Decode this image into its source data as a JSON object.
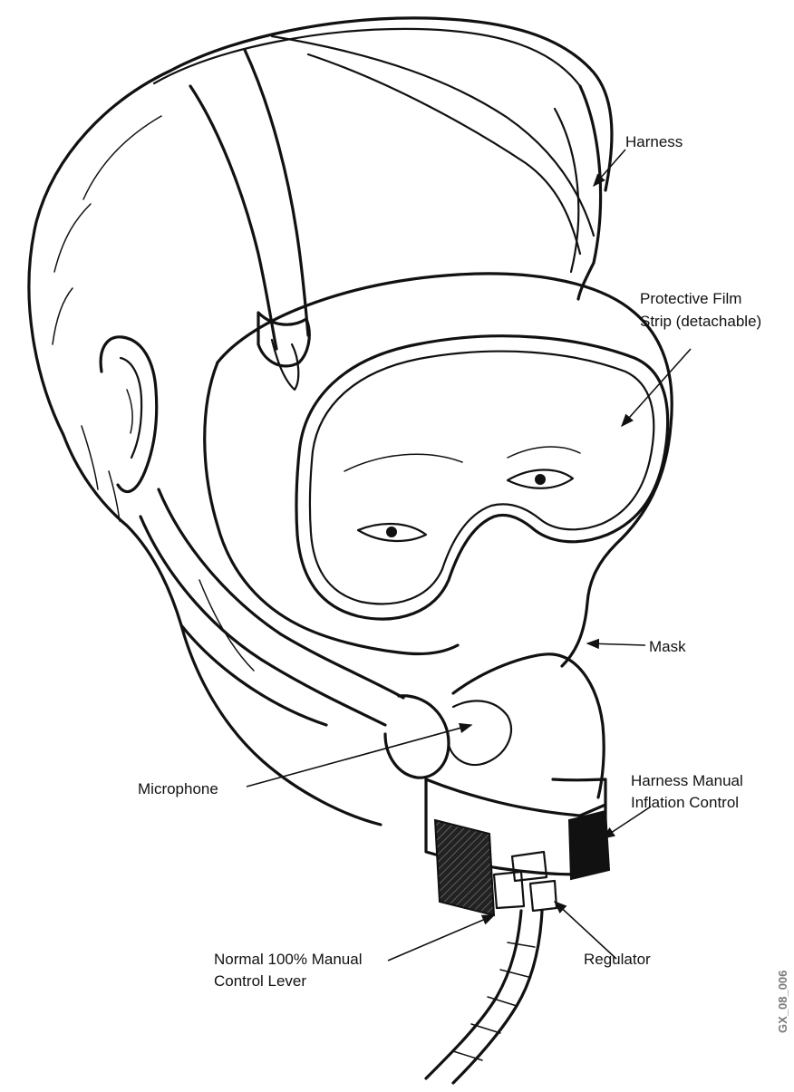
{
  "diagram": {
    "labels": {
      "harness": "Harness",
      "film_line1": "Protective Film",
      "film_line2": "Strip (detachable)",
      "mask": "Mask",
      "microphone": "Microphone",
      "inflation_line1": "Harness Manual",
      "inflation_line2": "Inflation Control",
      "lever_line1": "Normal 100% Manual",
      "lever_line2": "Control Lever",
      "regulator": "Regulator"
    },
    "figure_code": "GX_08_006"
  }
}
